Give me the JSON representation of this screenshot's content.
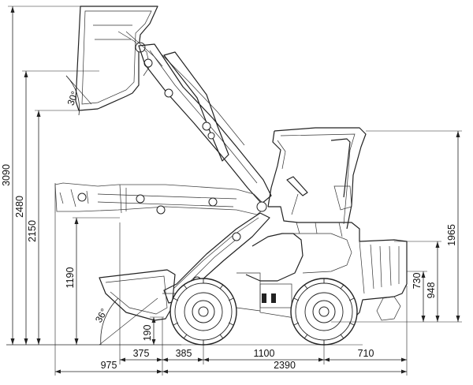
{
  "vertical_dimensions": {
    "max_height": "3090",
    "bucket_hinge_height": "2480",
    "dump_height": "2150",
    "arm_level_height": "1190",
    "dig_depth": "190",
    "cab_height": "1965",
    "engine_height": "948",
    "hood_height": "730"
  },
  "horizontal_dimensions": {
    "bucket_reach": "375",
    "front_overhang": "385",
    "wheelbase": "1100",
    "rear_overhang": "710",
    "bucket_extension": "975",
    "machine_length": "2390"
  },
  "angles": {
    "dump_angle": "30°",
    "rollback_angle": "36°"
  }
}
